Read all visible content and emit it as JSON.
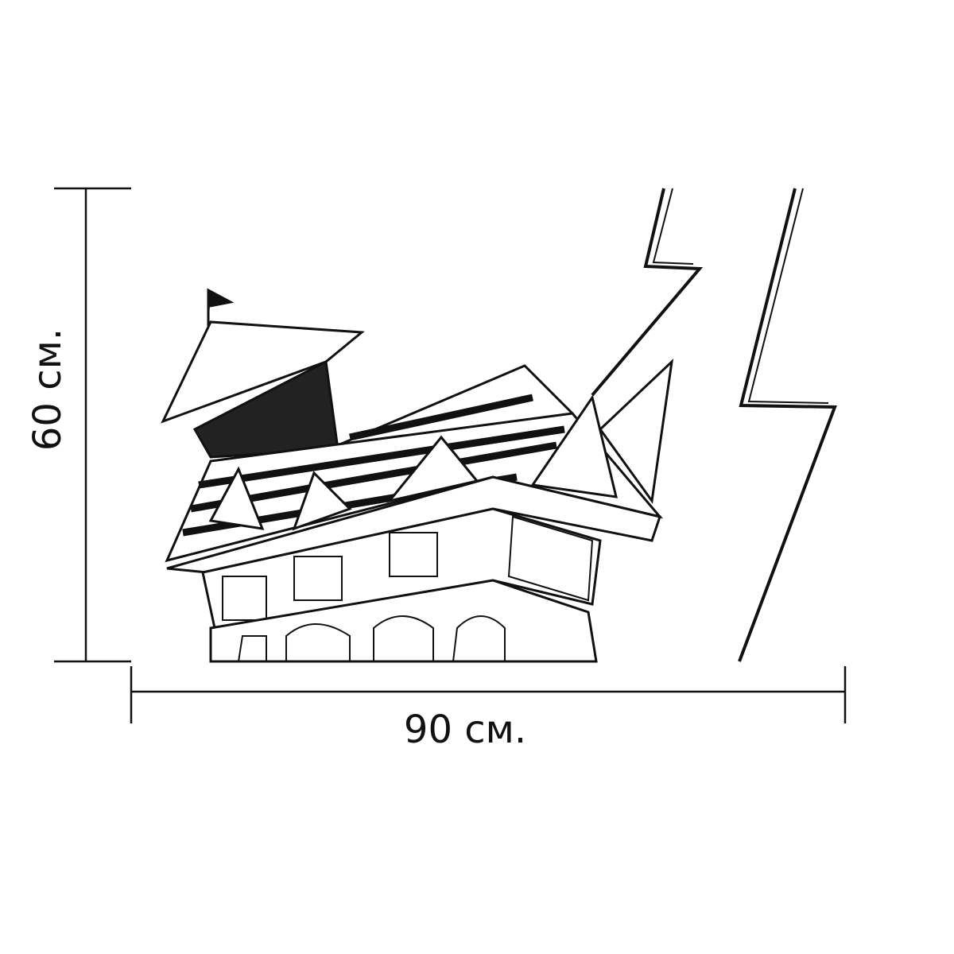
{
  "dimensions": {
    "height_label": "60 см.",
    "width_label": "90 см."
  },
  "illustration": {
    "subject": "haunted-house-with-lightning",
    "stroke_color": "#111111",
    "background_color": "#ffffff"
  }
}
